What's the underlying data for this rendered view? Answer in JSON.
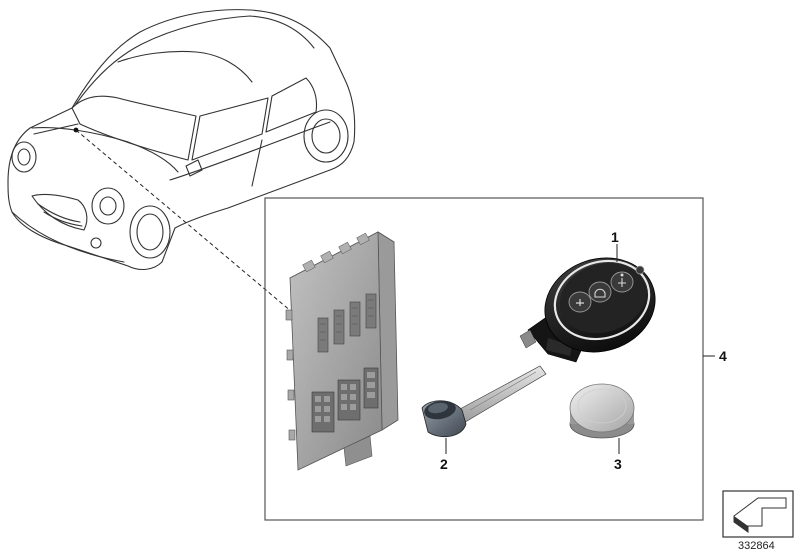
{
  "callouts": {
    "key_remote": "1",
    "emergency_key_blade": "2",
    "button_battery": "3",
    "kit": "4"
  },
  "diagram_id": "332864"
}
